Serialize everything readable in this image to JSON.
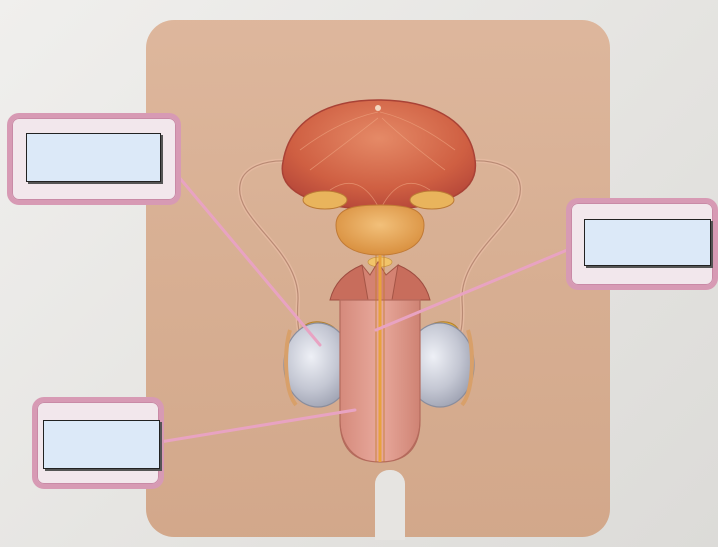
{
  "labels": [
    {
      "id": "top-left",
      "text": ""
    },
    {
      "id": "right",
      "text": ""
    },
    {
      "id": "bottom-left",
      "text": ""
    }
  ],
  "colors": {
    "skin": "#d7ad90",
    "bladder": "#d4694a",
    "prostate": "#e0a25a",
    "testis": "#c3c6d2",
    "leader_line": "#e8a3c2",
    "label_fill": "#dce9f8",
    "label_frame": "#d79ab4"
  }
}
